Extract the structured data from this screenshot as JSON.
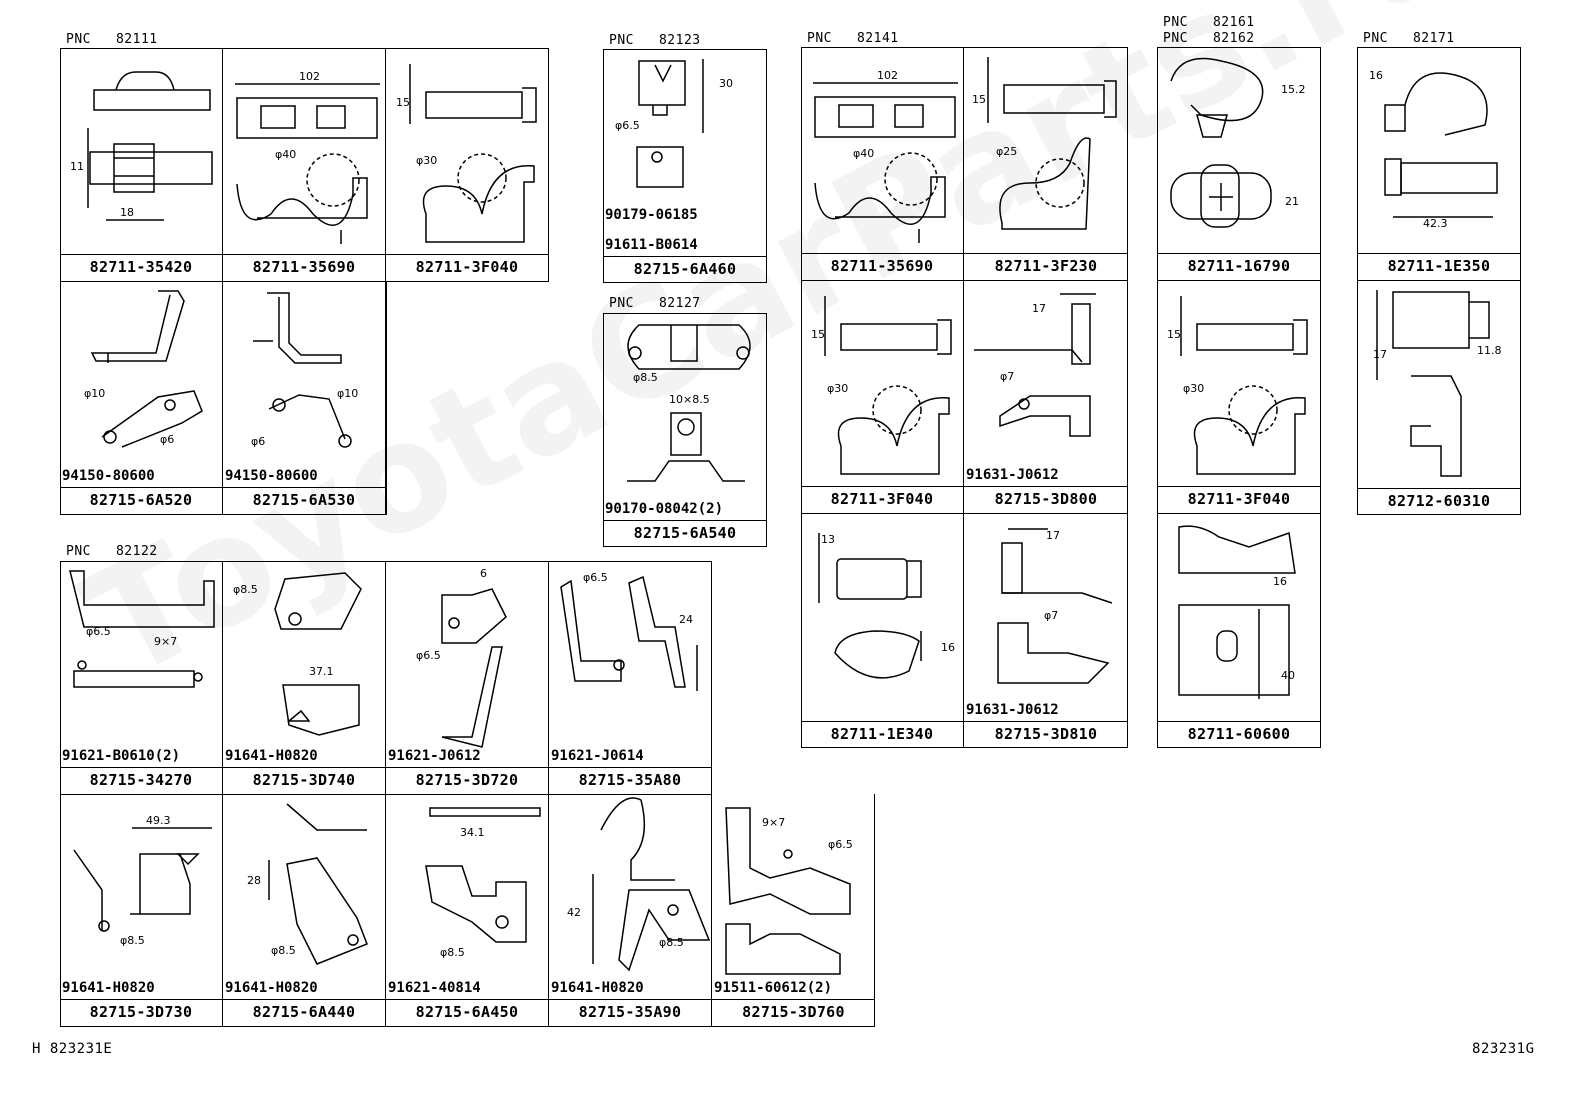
{
  "watermark": "ToyotaCarParts.ru",
  "footer": {
    "left": "H 823231E",
    "right": "823231G"
  },
  "groups": [
    {
      "pnc": "PNC   82111",
      "cells": [
        {
          "pn": "82711-35420",
          "dims": [
            "11",
            "18"
          ],
          "sub": ""
        },
        {
          "pn": "82711-35690",
          "dims": [
            "102",
            "φ40"
          ],
          "sub": ""
        },
        {
          "pn": "82711-3F040",
          "dims": [
            "15",
            "φ30"
          ],
          "sub": ""
        },
        {
          "pn": "82715-6A520",
          "dims": [
            "φ10",
            "φ6"
          ],
          "sub": "94150-80600"
        },
        {
          "pn": "82715-6A530",
          "dims": [
            "φ10",
            "φ6"
          ],
          "sub": "94150-80600"
        }
      ]
    },
    {
      "pnc": "PNC   82123",
      "cells": [
        {
          "pn": "82715-6A460",
          "dims": [
            "30",
            "φ6.5"
          ],
          "sub": "90179-06185",
          "sub2": "91611-B0614"
        }
      ]
    },
    {
      "pnc": "PNC   82127",
      "cells": [
        {
          "pn": "82715-6A540",
          "dims": [
            "φ8.5",
            "10×8.5"
          ],
          "sub": "90170-08042(2)"
        }
      ]
    },
    {
      "pnc": "PNC   82141",
      "cells": [
        {
          "pn": "82711-35690",
          "dims": [
            "102",
            "φ40"
          ],
          "sub": ""
        },
        {
          "pn": "82711-3F230",
          "dims": [
            "15",
            "φ25"
          ],
          "sub": ""
        },
        {
          "pn": "82711-3F040",
          "dims": [
            "15",
            "φ30"
          ],
          "sub": ""
        },
        {
          "pn": "82715-3D800",
          "dims": [
            "17",
            "φ7"
          ],
          "sub": "91631-J0612"
        },
        {
          "pn": "82711-1E340",
          "dims": [
            "13",
            "16"
          ],
          "sub": ""
        },
        {
          "pn": "82715-3D810",
          "dims": [
            "17",
            "φ7"
          ],
          "sub": "91631-J0612"
        }
      ]
    },
    {
      "pnc": "PNC   82161\nPNC   82162",
      "cells": [
        {
          "pn": "82711-16790",
          "dims": [
            "15.2",
            "21"
          ],
          "sub": ""
        },
        {
          "pn": "82711-3F040",
          "dims": [
            "15",
            "φ30"
          ],
          "sub": ""
        },
        {
          "pn": "82711-60600",
          "dims": [
            "16",
            "40"
          ],
          "sub": ""
        }
      ]
    },
    {
      "pnc": "PNC   82171",
      "cells": [
        {
          "pn": "82711-1E350",
          "dims": [
            "16",
            "42.3"
          ],
          "sub": ""
        },
        {
          "pn": "82712-60310",
          "dims": [
            "17",
            "11.8"
          ],
          "sub": ""
        }
      ]
    },
    {
      "pnc": "PNC   82122",
      "cells": [
        {
          "pn": "82715-34270",
          "dims": [
            "φ6.5",
            "9×7"
          ],
          "sub": "91621-B0610(2)"
        },
        {
          "pn": "82715-3D740",
          "dims": [
            "φ8.5",
            "37.1"
          ],
          "sub": "91641-H0820"
        },
        {
          "pn": "82715-3D720",
          "dims": [
            "6",
            "φ6.5"
          ],
          "sub": "91621-J0612"
        },
        {
          "pn": "82715-35A80",
          "dims": [
            "φ6.5",
            "24"
          ],
          "sub": "91621-J0614"
        },
        {
          "pn": "82715-3D730",
          "dims": [
            "49.3",
            "φ8.5"
          ],
          "sub": "91641-H0820"
        },
        {
          "pn": "82715-6A440",
          "dims": [
            "28",
            "φ8.5"
          ],
          "sub": "91641-H0820"
        },
        {
          "pn": "82715-6A450",
          "dims": [
            "34.1",
            "φ8.5"
          ],
          "sub": "91621-40814"
        },
        {
          "pn": "82715-35A90",
          "dims": [
            "42",
            "φ8.5"
          ],
          "sub": "91641-H0820"
        },
        {
          "pn": "82715-3D760",
          "dims": [
            "9×7",
            "φ6.5"
          ],
          "sub": "91511-60612(2)"
        }
      ]
    }
  ]
}
